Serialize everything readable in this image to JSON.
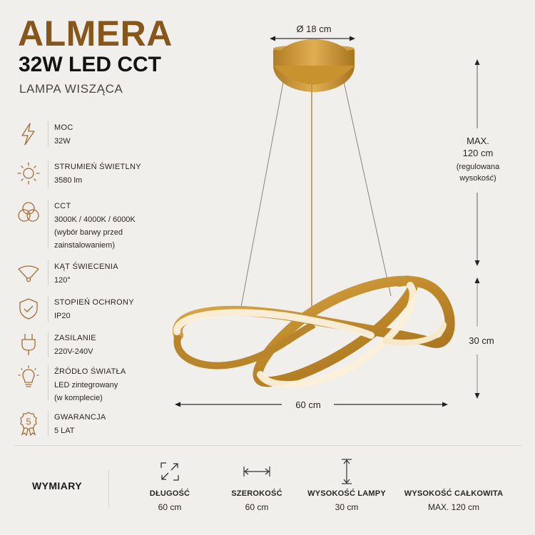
{
  "header": {
    "title": "ALMERA",
    "subtitle": "32W LED CCT",
    "tagline": "LAMPA WISZĄCA"
  },
  "colors": {
    "brand": "#86561a",
    "icon": "#a66c34",
    "background": "#f1efec",
    "gold": "#c8952f"
  },
  "specs": [
    {
      "icon": "lightning-icon",
      "label": "MOC",
      "value": "32W"
    },
    {
      "icon": "sun-icon",
      "label": "STRUMIEŃ ŚWIETLNY",
      "value": "3580 lm"
    },
    {
      "icon": "cct-circles-icon",
      "label": "CCT",
      "value": "3000K / 4000K / 6000K\n(wybór barwy przed\nzainstalowaniem)"
    },
    {
      "icon": "beam-angle-icon",
      "label": "KĄT ŚWIECENIA",
      "value": "120°"
    },
    {
      "icon": "shield-check-icon",
      "label": "STOPIEŃ OCHRONY",
      "value": "IP20"
    },
    {
      "icon": "plug-icon",
      "label": "ZASILANIE",
      "value": "220V-240V"
    },
    {
      "icon": "bulb-icon",
      "label": "ŹRÓDŁO ŚWIATŁA",
      "value": "LED zintegrowany\n(w komplecie)"
    },
    {
      "icon": "warranty-badge-icon",
      "label": "GWARANCJA",
      "value": "5 LAT",
      "badge_number": "5"
    }
  ],
  "dimensions_diagram": {
    "canopy_diameter": "Ø 18 cm",
    "max_height_line1": "MAX.",
    "max_height_line2": "120 cm",
    "max_height_note1": "(regulowana",
    "max_height_note2": "wysokość)",
    "lamp_height": "30 cm",
    "width": "60 cm"
  },
  "footer": {
    "title": "WYMIARY",
    "columns": [
      {
        "icon": "expand-diagonal-icon",
        "label": "DŁUGOŚĆ",
        "value": "60 cm"
      },
      {
        "icon": "width-arrow-icon",
        "label": "SZEROKOŚĆ",
        "value": "60 cm"
      },
      {
        "icon": "height-arrow-icon",
        "label": "WYSOKOŚĆ LAMPY",
        "value": "30 cm"
      },
      {
        "icon": "total-height-icon",
        "label": "WYSOKOŚĆ CAŁKOWITA",
        "value": "MAX. 120 cm"
      }
    ]
  }
}
